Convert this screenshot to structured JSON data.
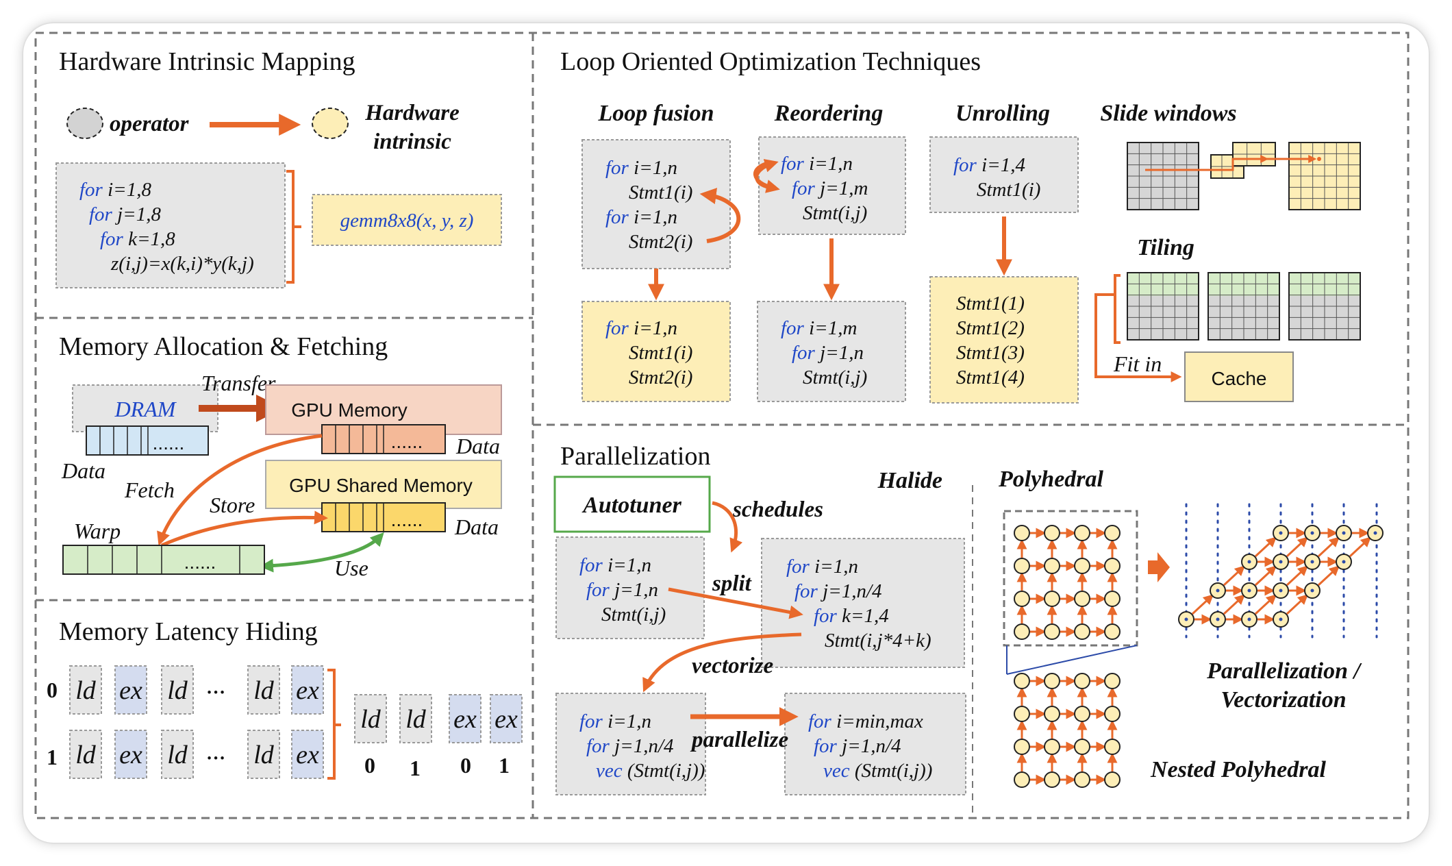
{
  "sections": {
    "hw": "Hardware Intrinsic Mapping",
    "loop": "Loop Oriented Optimization Techniques",
    "mem": "Memory Allocation & Fetching",
    "par": "Parallelization",
    "lat": "Memory Latency Hiding"
  },
  "hw": {
    "operator": "operator",
    "intrinsic1": "Hardware",
    "intrinsic2": "intrinsic",
    "code": [
      {
        "kw": "for",
        "rest": " i=1,8"
      },
      {
        "kw": "for",
        "rest": " j=1,8"
      },
      {
        "kw": "for",
        "rest": " k=1,8"
      },
      {
        "kw": "",
        "rest": "z(i,j)=x(k,i)*y(k,j)"
      }
    ],
    "gemm": "gemm8x8(x, y, z)"
  },
  "loop": {
    "fusion": {
      "title": "Loop fusion",
      "before": [
        {
          "kw": "for",
          "rest": " i=1,n"
        },
        {
          "kw": "",
          "rest": "Stmt1(i)"
        },
        {
          "kw": "for",
          "rest": " i=1,n"
        },
        {
          "kw": "",
          "rest": "Stmt2(i)"
        }
      ],
      "after": [
        {
          "kw": "for",
          "rest": " i=1,n"
        },
        {
          "kw": "",
          "rest": "Stmt1(i)"
        },
        {
          "kw": "",
          "rest": "Stmt2(i)"
        }
      ]
    },
    "reorder": {
      "title": "Reordering",
      "before": [
        {
          "kw": "for",
          "rest": " i=1,n"
        },
        {
          "kw": "for",
          "rest": " j=1,m"
        },
        {
          "kw": "",
          "rest": "Stmt(i,j)"
        }
      ],
      "after": [
        {
          "kw": "for",
          "rest": " i=1,m"
        },
        {
          "kw": "for",
          "rest": " j=1,n"
        },
        {
          "kw": "",
          "rest": "Stmt(i,j)"
        }
      ]
    },
    "unroll": {
      "title": "Unrolling",
      "before": [
        {
          "kw": "for",
          "rest": " i=1,4"
        },
        {
          "kw": "",
          "rest": "Stmt1(i)"
        }
      ],
      "after": [
        "Stmt1(1)",
        "Stmt1(2)",
        "Stmt1(3)",
        "Stmt1(4)"
      ]
    },
    "slide": "Slide windows",
    "tiling": "Tiling",
    "fitin": "Fit in",
    "cache": "Cache"
  },
  "mem": {
    "dram": "DRAM",
    "transfer": "Transfer",
    "gpu": "GPU Memory",
    "shared": "GPU Shared Memory",
    "data1": "Data",
    "data2": "Data",
    "data3": "Data",
    "fetch": "Fetch",
    "store": "Store",
    "warp": "Warp",
    "use": "Use",
    "dots": "......"
  },
  "lat": {
    "row0": "0",
    "row1": "1",
    "ld": "ld",
    "ex": "ex",
    "ellipsis": "...",
    "n0": "0",
    "n1": "1"
  },
  "par": {
    "halide": "Halide",
    "autotuner": "Autotuner",
    "schedules": "schedules",
    "split": "split",
    "vectorize": "vectorize",
    "parallelize": "parallelize",
    "code_a": [
      {
        "kw": "for",
        "rest": " i=1,n"
      },
      {
        "kw": "for",
        "rest": " j=1,n"
      },
      {
        "kw": "",
        "rest": "Stmt(i,j)"
      }
    ],
    "code_b": [
      {
        "kw": "for",
        "rest": " i=1,n"
      },
      {
        "kw": "for",
        "rest": " j=1,n/4"
      },
      {
        "kw": "for",
        "rest": " k=1,4"
      },
      {
        "kw": "",
        "rest": "Stmt(i,j*4+k)"
      }
    ],
    "code_c": [
      {
        "kw": "for",
        "rest": " i=1,n"
      },
      {
        "kw": "for",
        "rest": " j=1,n/4"
      },
      {
        "kw": "vec",
        "rest": " (Stmt(i,j))"
      }
    ],
    "code_d": [
      {
        "kw": "for",
        "rest": " i=min,max"
      },
      {
        "kw": "for",
        "rest": " j=1,n/4"
      },
      {
        "kw": "vec",
        "rest": " (Stmt(i,j))"
      }
    ],
    "polyhedral": "Polyhedral",
    "pv1": "Parallelization /",
    "pv2": "Vectorization",
    "nested": "Nested Polyhedral"
  },
  "colors": {
    "orange": "#e8692b",
    "green": "#55a84a",
    "gray": "#e6e6e6",
    "yellow": "#fdeeb7",
    "blue_text": "#1f47c7"
  }
}
